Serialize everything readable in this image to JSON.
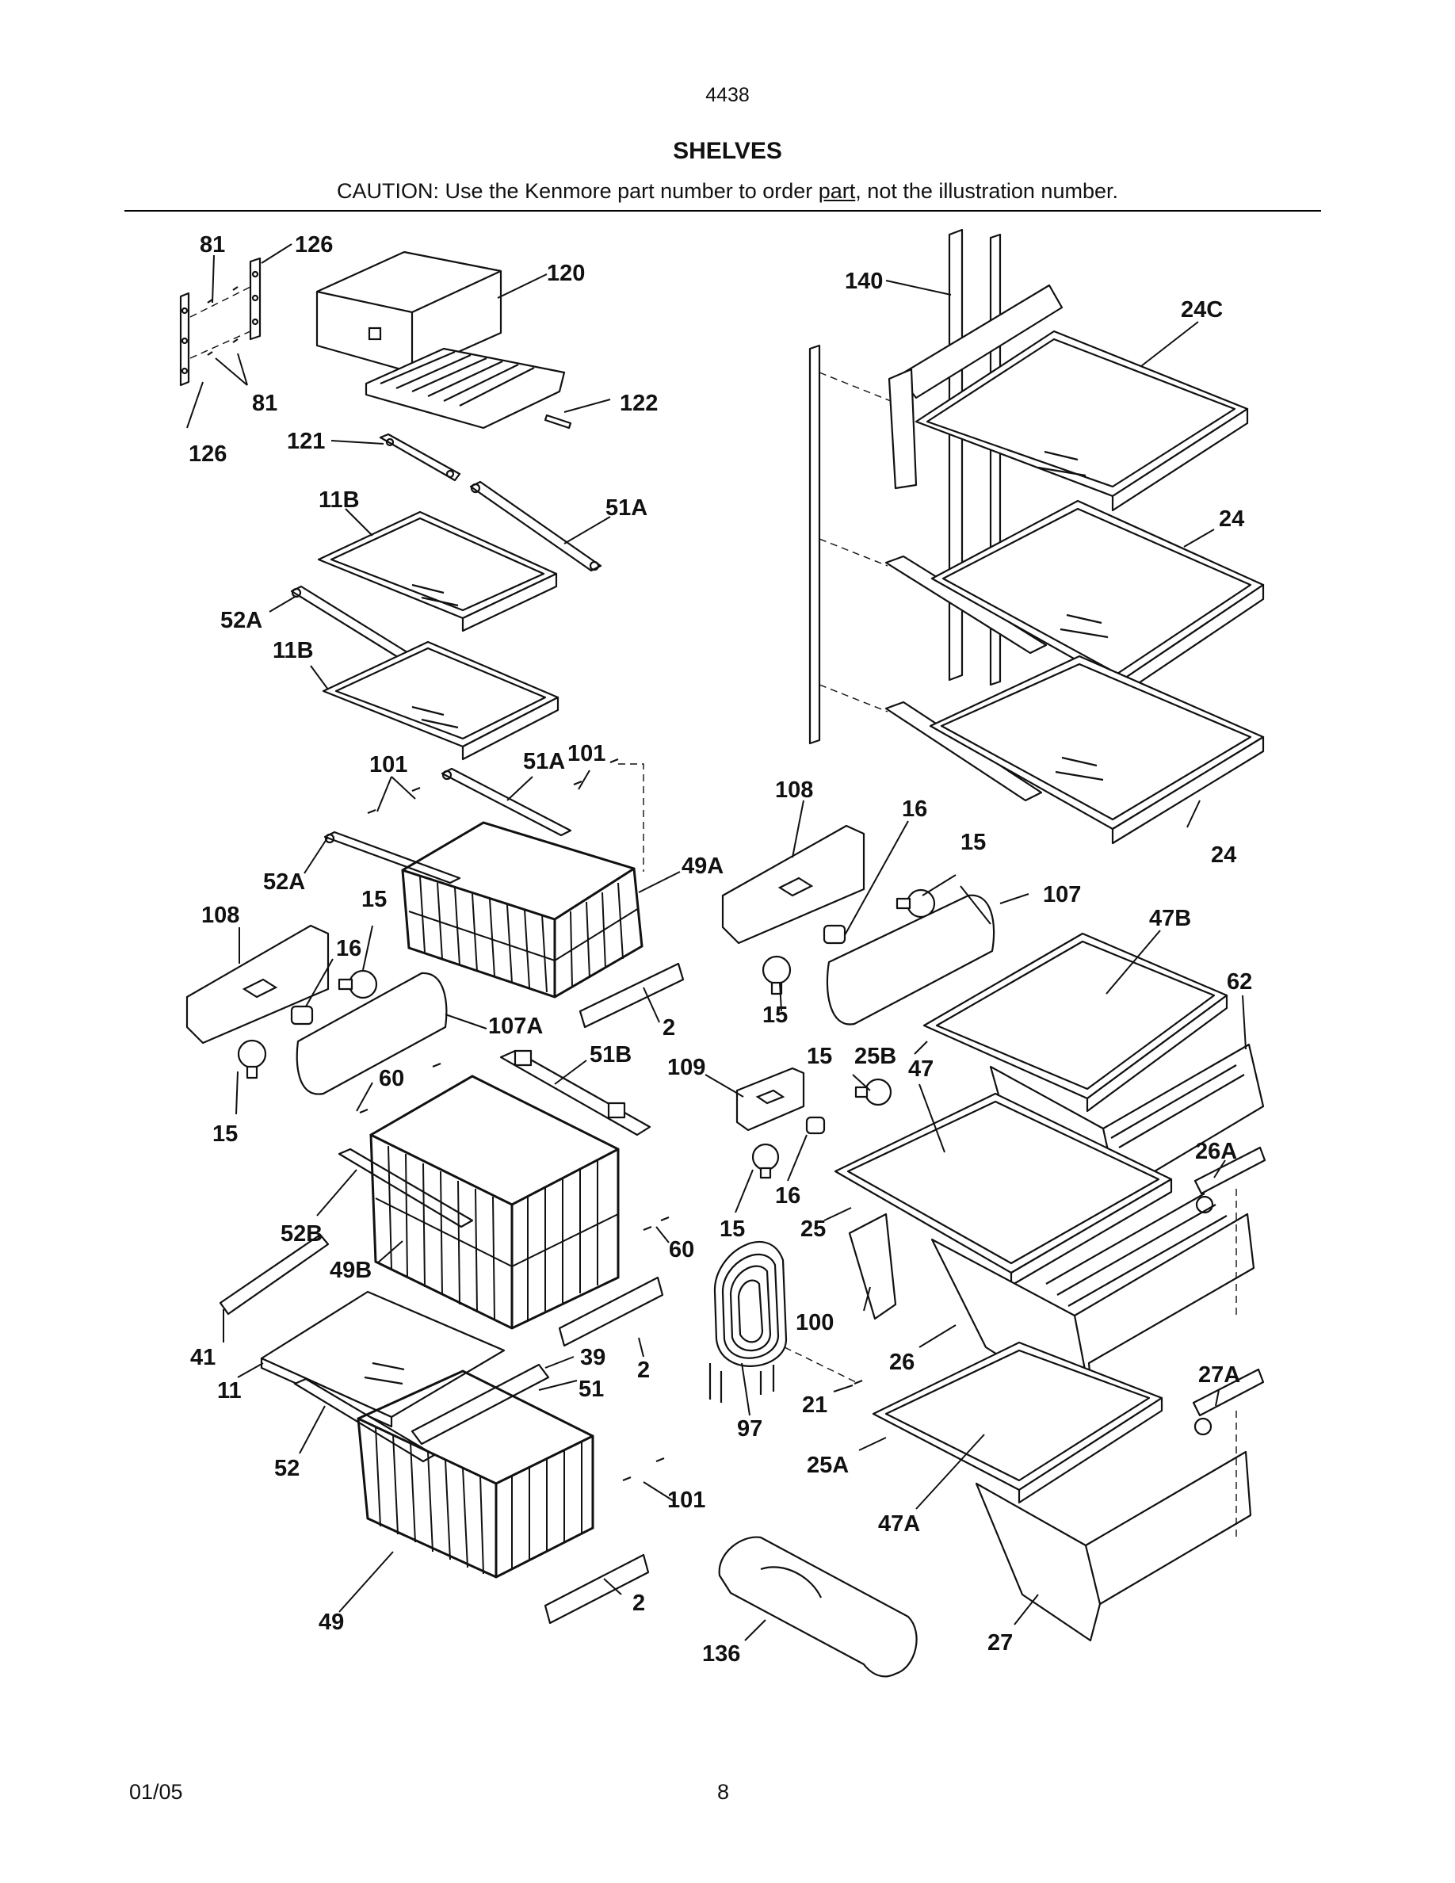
{
  "page": {
    "model": "4438",
    "title": "SHELVES",
    "caution_before": "CAUTION: Use the Kenmore part number to order ",
    "caution_link": "part",
    "caution_after": ", not the illustration number.",
    "footer_date": "01/05",
    "footer_page": "8"
  },
  "callouts": {
    "c81a": "81",
    "c126a": "126",
    "c120": "120",
    "c140": "140",
    "c24c": "24C",
    "c81b": "81",
    "c122": "122",
    "c126b": "126",
    "c121": "121",
    "c11b_1": "11B",
    "c51a_1": "51A",
    "c24_1": "24",
    "c52a_1": "52A",
    "c11b_2": "11B",
    "c101_1": "101",
    "c51a_2": "51A",
    "c101_2": "101",
    "c108_1": "108",
    "c16_1": "16",
    "c15_1": "15",
    "c49a": "49A",
    "c52a_2": "52A",
    "c24_2": "24",
    "c108_2": "108",
    "c15_2": "15",
    "c107": "107",
    "c47b": "47B",
    "c16_2": "16",
    "c62": "62",
    "c107a": "107A",
    "c2_1": "2",
    "c15_3": "15",
    "c51b": "51B",
    "c109": "109",
    "c15_4": "15",
    "c25b": "25B",
    "c47": "47",
    "c60_1": "60",
    "c15_5": "15",
    "c26a": "26A",
    "c16_3": "16",
    "c52b": "52B",
    "c15_6": "15",
    "c25": "25",
    "c60_2": "60",
    "c49b": "49B",
    "c100": "100",
    "c41": "41",
    "c39": "39",
    "c2_2": "2",
    "c26": "26",
    "c27a": "27A",
    "c11": "11",
    "c51": "51",
    "c21": "21",
    "c97": "97",
    "c52": "52",
    "c25a": "25A",
    "c101_3": "101",
    "c47a": "47A",
    "c49": "49",
    "c2_3": "2",
    "c136": "136",
    "c27": "27"
  }
}
